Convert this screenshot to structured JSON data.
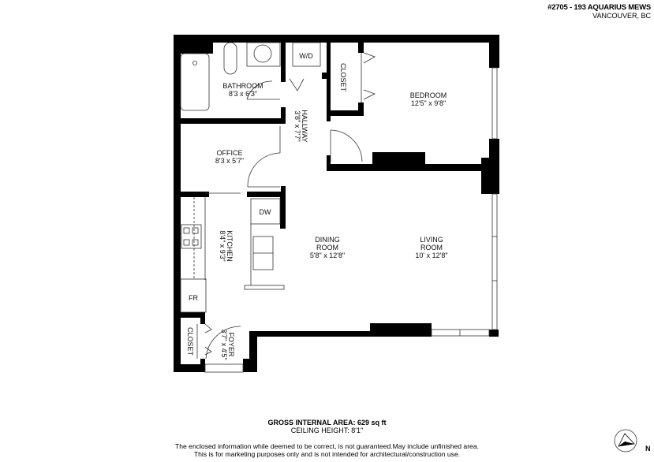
{
  "header": {
    "address": "#2705 - 193 AQUARIUS MEWS",
    "city": "VANCOUVER, BC"
  },
  "rooms": {
    "bathroom": {
      "name": "BATHROOM",
      "size": "8'3 x 6'3\""
    },
    "wd": {
      "name": "W/D"
    },
    "closet_bedroom": {
      "name": "CLOSET"
    },
    "hallway": {
      "name": "HALLWAY",
      "size": "3'8\" x 7'7\""
    },
    "bedroom": {
      "name": "BEDROOM",
      "size": "12'5\" x 9'8\""
    },
    "office": {
      "name": "OFFICE",
      "size": "8'3 x 5'7\""
    },
    "kitchen": {
      "name": "KITCHEN",
      "size": "8'4\" x 9'3\""
    },
    "dw": {
      "name": "DW"
    },
    "fr": {
      "name": "FR"
    },
    "dining": {
      "name": "DINING",
      "name2": "ROOM",
      "size": "5'8\" x 12'8\""
    },
    "living": {
      "name": "LIVING",
      "name2": "ROOM",
      "size": "10' x 12'8\""
    },
    "closet_foyer": {
      "name": "CLOSET"
    },
    "foyer": {
      "name": "FOYER",
      "size": "3'7\" x 4'5\""
    }
  },
  "footer": {
    "gross_area": "GROSS INTERNAL AREA: 629 sq ft",
    "ceiling": "CEILING HEIGHT: 8'1\"",
    "disclaimer1": "The enclosed information while deemed to be correct, is not guaranteed.May include unfinished area.",
    "disclaimer2": "This is for marketing purposes only and is not intended for architectural/construction use."
  },
  "compass": {
    "label": "N",
    "icon": "north-arrow-icon"
  },
  "colors": {
    "wall": "#000000",
    "background": "#ffffff",
    "line": "#333333"
  }
}
